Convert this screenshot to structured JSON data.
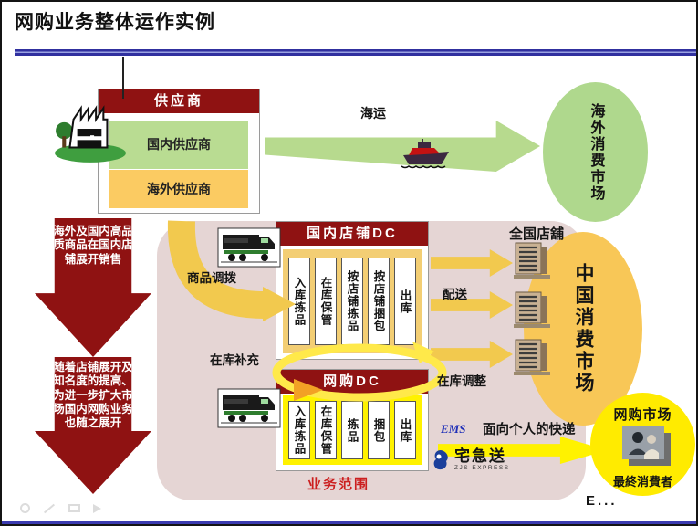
{
  "slide": {
    "title": "网购业务整体运作实例",
    "note": "E..."
  },
  "supplier": {
    "header": "供应商",
    "domestic": "国内供应商",
    "overseas": "海外供应商"
  },
  "sea": {
    "label": "海运"
  },
  "markets": {
    "overseas": "海外消费市场",
    "china": "中国消费市场",
    "online": "网购市场",
    "final_consumer": "最終消費者",
    "national_stores": "全国店舖"
  },
  "strategy_arrows": {
    "first": "海外及国内高品质商品在国内店铺展开销售",
    "second": "随着店铺展开及知名度的提高、为进一步扩大市场国内网购业务也随之展开"
  },
  "store_dc": {
    "header": "国内店铺DC",
    "steps": [
      "入库拣品",
      "在库保管",
      "按店铺拣品",
      "按店铺捆包",
      "出库"
    ]
  },
  "online_dc": {
    "header": "网购DC",
    "steps": [
      "入库拣品",
      "在库保管",
      "拣品",
      "捆包",
      "出库"
    ],
    "scope": "业务范围"
  },
  "flows": {
    "allocation": "商品调拨",
    "replenishment": "在库补充",
    "adjustment": "在库调整",
    "distribution": "配送",
    "courier": "面向个人的快递"
  },
  "logos": {
    "ems": "EMS",
    "zjs": "宅急送",
    "zjs_sub": "ZJS EXPRESS"
  },
  "icons": {
    "factory": "factory-clipart",
    "ship": "cargo-ship-clipart",
    "truck": "loading-truck-clipart",
    "store": "office-building-clipart",
    "consumers": "shoppers-photo",
    "zjs_mark": "zjs-express-logo"
  },
  "colors": {
    "dark_red": "#8F1212",
    "gold_arrow": "#F2C94E",
    "bright_yellow": "#FFF200",
    "light_green": "#B9DC92",
    "light_orange": "#FBCB62",
    "rose_panel": "#E5D5D4",
    "china_oval": "#F8C757",
    "overseas_oval": "#AFD88D",
    "rule_blue": "#3B3BB0",
    "ems_blue": "#1F2FB8"
  }
}
